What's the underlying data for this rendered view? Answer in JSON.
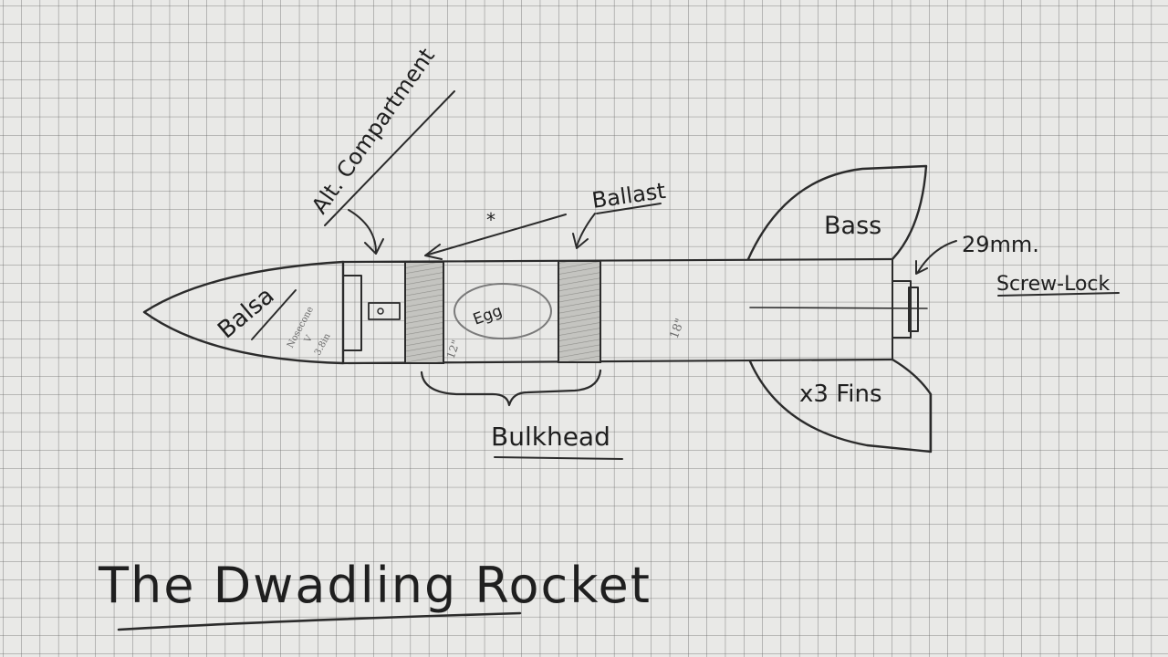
{
  "title": "The Dwadling Rocket",
  "labels": {
    "alt_compartment": "Alt. Compartment",
    "ballast": "Ballast",
    "asterisk": "*",
    "balsa": "Balsa",
    "nosecone_note": "Nosecone",
    "nosecone_v": "V",
    "nosecone_dim": "3.8in",
    "egg": "Egg",
    "length_12": "12\"",
    "length_18": "18\"",
    "bulkhead": "Bulkhead",
    "bass": "Bass",
    "fins": "x3 Fins",
    "motor_size": "29mm.",
    "screw_lock": "Screw-Lock"
  },
  "colors": {
    "paper": "#e9e9e7",
    "grid": "#3a3a3a",
    "ink": "#2b2b2b",
    "shading": "#b9b9b5"
  }
}
